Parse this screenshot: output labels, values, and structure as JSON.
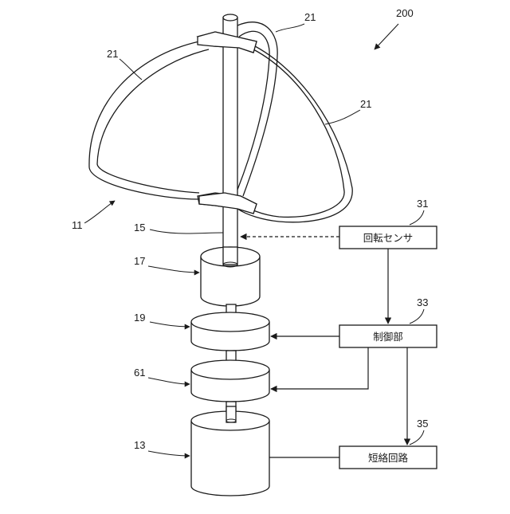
{
  "figure": {
    "device_ref": "200",
    "refs": {
      "blade_top_right": "21",
      "blade_left": "21",
      "blade_right": "21",
      "rotor": "11",
      "shaft": "15",
      "unit_17": "17",
      "unit_19": "19",
      "unit_61": "61",
      "generator": "13",
      "sensor_ref": "31",
      "control_ref": "33",
      "short_ref": "35"
    },
    "boxes": {
      "sensor": "回転センサ",
      "control": "制御部",
      "short_circuit": "短絡回路"
    }
  }
}
